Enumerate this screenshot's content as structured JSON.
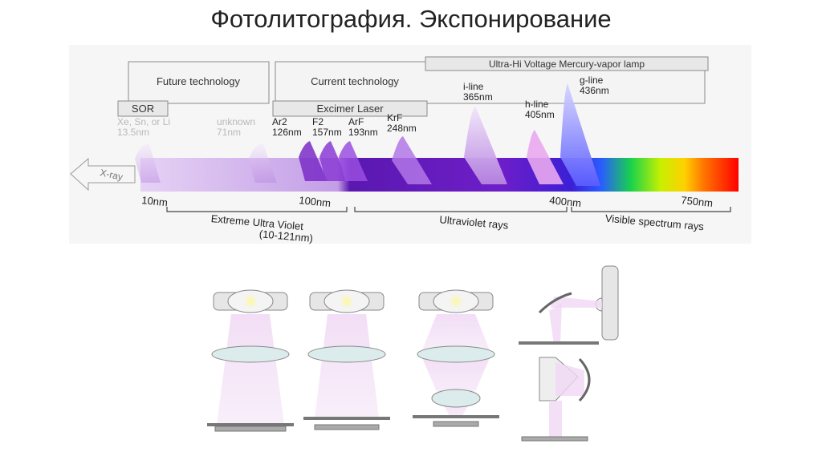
{
  "slide": {
    "title": "Фотолитография. Экспонирование"
  },
  "spectrum": {
    "boxes": {
      "future": "Future technology",
      "current": "Current technology",
      "mercury": "Ultra-Hi Voltage Mercury-vapor lamp",
      "sor": "SOR",
      "excimer": "Excimer Laser"
    },
    "sources": [
      {
        "name": "Xe, Sn, or Li",
        "wavelength": "13.5nm"
      },
      {
        "name": "unknown",
        "wavelength": "71nm"
      },
      {
        "name": "Ar2",
        "wavelength": "126nm"
      },
      {
        "name": "F2",
        "wavelength": "157nm"
      },
      {
        "name": "ArF",
        "wavelength": "193nm"
      },
      {
        "name": "KrF",
        "wavelength": "248nm"
      },
      {
        "name": "i-line",
        "wavelength": "365nm"
      },
      {
        "name": "h-line",
        "wavelength": "405nm"
      },
      {
        "name": "g-line",
        "wavelength": "436nm"
      }
    ],
    "xray": "X-ray",
    "ticks": [
      "10nm",
      "100nm",
      "400nm",
      "750nm"
    ],
    "ranges": {
      "euv_line1": "Extreme Ultra Violet",
      "euv_line2": "(10-121nm)",
      "uv": "Ultraviolet rays",
      "visible": "Visible spectrum rays"
    },
    "colors": {
      "euv_band": "#c9a6e6",
      "uv_band": "#6a1fc0",
      "visible_start": "#3a3aff",
      "visible_end": "#ff0000",
      "box_fill": "#f4f4f4",
      "box_stroke": "#8a8a8a"
    }
  }
}
